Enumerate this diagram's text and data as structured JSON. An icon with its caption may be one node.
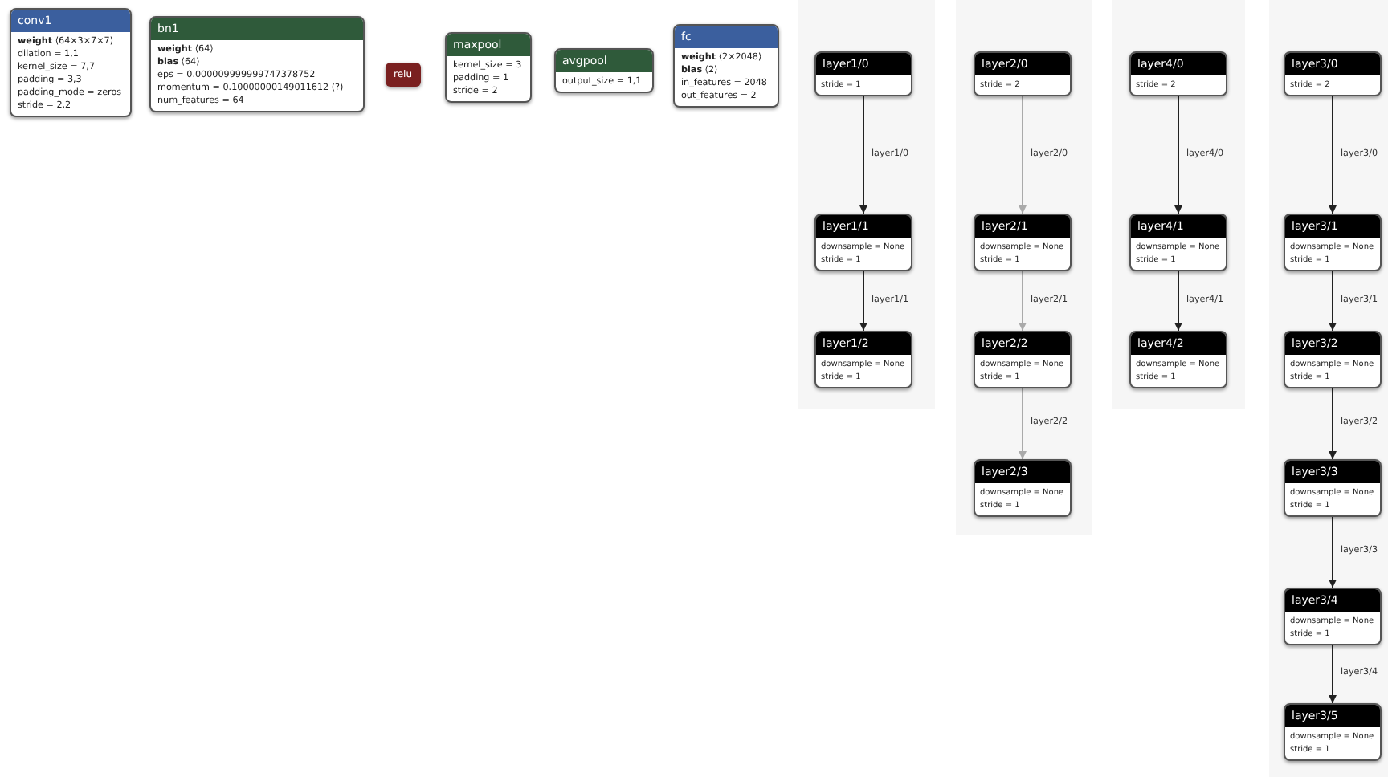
{
  "diagram": {
    "nodes": [
      {
        "text": [
          "conv1",
          "**weight** ⟨64×3×7×7⟩",
          "dilation = 1,1",
          "kernel_size = 7,7",
          "padding = 3,3",
          "padding_mode = zeros",
          "stride = 2,2"
        ]
      },
      {
        "text": [
          "bn1",
          "**weight** ⟨64⟩",
          "**bias** ⟨64⟩",
          "eps = 0.000009999999747378752",
          "momentum = 0.10000000149011612 (?)",
          "num_features = 64"
        ]
      },
      {
        "text": [
          "relu"
        ]
      },
      {
        "text": [
          "maxpool",
          "kernel_size = 3",
          "padding = 1",
          "stride = 2"
        ]
      },
      {
        "text": [
          "avgpool",
          "output_size = 1,1"
        ]
      },
      {
        "text": [
          "fc",
          "**weight** ⟨2×2048⟩",
          "**bias** ⟨2⟩",
          "in_features = 2048",
          "out_features = 2"
        ]
      },
      {
        "text": [
          "layer1/0",
          "stride = 1"
        ]
      },
      {
        "text": [
          "layer1/1",
          "downsample = None",
          "stride = 1"
        ]
      },
      {
        "text": [
          "layer1/2",
          "downsample = None",
          "stride = 1"
        ]
      },
      {
        "text": [
          "layer2/0",
          "stride = 2"
        ]
      },
      {
        "text": [
          "layer2/1",
          "downsample = None",
          "stride = 1"
        ]
      },
      {
        "text": [
          "layer2/2",
          "downsample = None",
          "stride = 1"
        ]
      },
      {
        "text": [
          "layer2/3",
          "downsample = None",
          "stride = 1"
        ]
      },
      {
        "text": [
          "layer4/0",
          "stride = 2"
        ]
      },
      {
        "text": [
          "layer4/1",
          "downsample = None",
          "stride = 1"
        ]
      },
      {
        "text": [
          "layer4/2",
          "downsample = None",
          "stride = 1"
        ]
      },
      {
        "text": [
          "layer3/0",
          "stride = 2"
        ]
      },
      {
        "text": [
          "layer3/1",
          "downsample = None",
          "stride = 1"
        ]
      },
      {
        "text": [
          "layer3/2",
          "downsample = None",
          "stride = 1"
        ]
      },
      {
        "text": [
          "layer3/3",
          "downsample = None",
          "stride = 1"
        ]
      },
      {
        "text": [
          "layer3/4",
          "downsample = None",
          "stride = 1"
        ]
      },
      {
        "text": [
          "layer3/5",
          "downsample = None",
          "stride = 1"
        ]
      }
    ],
    "edges": [
      {
        "from": 6,
        "to": 7,
        "arrow": "to",
        "label": "layer1/0"
      },
      {
        "from": 7,
        "to": 8,
        "arrow": "to",
        "label": "layer1/1"
      },
      {
        "from": 9,
        "to": 10,
        "arrow": "to",
        "label": "layer2/0",
        "color": "#aaaaaa"
      },
      {
        "from": 10,
        "to": 11,
        "arrow": "to",
        "label": "layer2/1",
        "color": "#aaaaaa"
      },
      {
        "from": 11,
        "to": 12,
        "arrow": "to",
        "label": "layer2/2",
        "color": "#aaaaaa"
      },
      {
        "from": 13,
        "to": 14,
        "arrow": "to",
        "label": "layer4/0"
      },
      {
        "from": 14,
        "to": 15,
        "arrow": "to",
        "label": "layer4/1"
      },
      {
        "from": 16,
        "to": 17,
        "arrow": "to",
        "label": "layer3/0"
      },
      {
        "from": 17,
        "to": 18,
        "arrow": "to",
        "label": "layer3/1"
      },
      {
        "from": 18,
        "to": 19,
        "arrow": "to",
        "label": "layer3/2"
      },
      {
        "from": 19,
        "to": 20,
        "arrow": "to",
        "label": "layer3/3"
      },
      {
        "from": 20,
        "to": 21,
        "arrow": "to",
        "label": "layer3/4"
      }
    ]
  }
}
